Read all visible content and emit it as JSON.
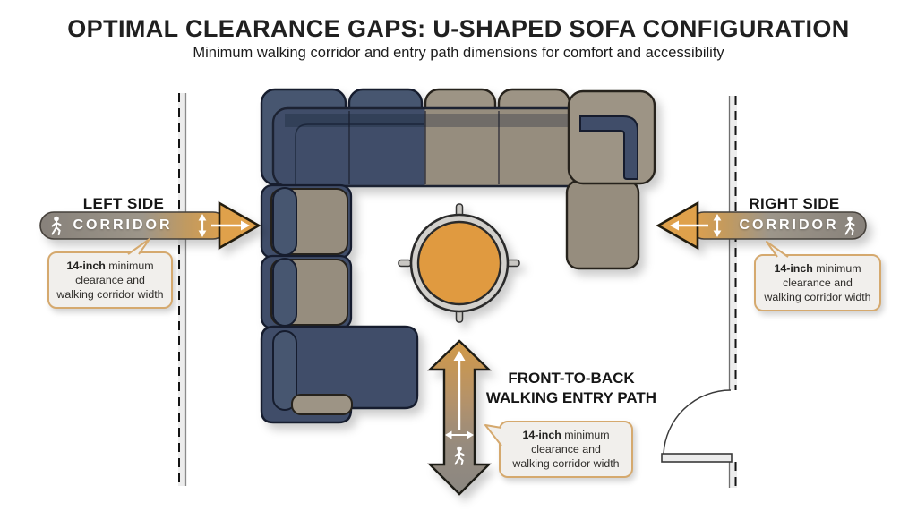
{
  "header": {
    "title": "OPTIMAL CLEARANCE GAPS: U-SHAPED SOFA CONFIGURATION",
    "subtitle": "Minimum walking corridor and entry path dimensions for comfort and accessibility"
  },
  "diagram": {
    "left_corridor": {
      "side_label": "LEFT SIDE",
      "band_label": "CORRIDOR",
      "callout": {
        "bold": "14-inch",
        "after_bold": " minimum",
        "line2": "clearance and",
        "line3": "walking corridor width"
      }
    },
    "right_corridor": {
      "side_label": "RIGHT SIDE",
      "band_label": "CORRIDOR",
      "callout": {
        "bold": "14-inch",
        "after_bold": " minimum",
        "line2": "clearance and",
        "line3": "walking corridor width"
      }
    },
    "entry_path": {
      "label_line1": "FRONT-TO-BACK",
      "label_line2": "WALKING ENTRY PATH",
      "callout": {
        "bold": "14-inch",
        "after_bold": " minimum",
        "line2": "clearance and",
        "line3": "walking corridor width"
      }
    }
  },
  "colors": {
    "navy": "#3f4e69",
    "navy_cushion": "#47566f",
    "navy_outline": "#161e2d",
    "taupe": "#968d7e",
    "taupe_cushion": "#9d9485",
    "taupe_outline": "#26221b",
    "table_orange": "#e09a40",
    "arrow_orange": "#dfa14c",
    "band_gray": "#87817a",
    "callout_border": "#d5a96e",
    "callout_bg": "#f1efec",
    "wall_fill": "#ececec",
    "text_dark": "#202020"
  }
}
